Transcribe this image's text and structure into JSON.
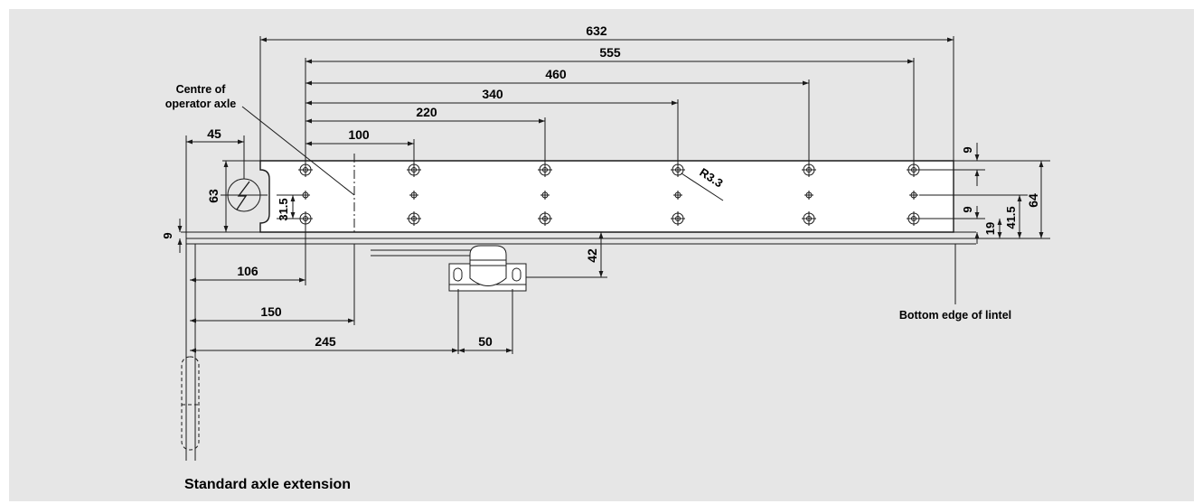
{
  "colors": {
    "background": "#e6e6e6",
    "line": "#1a1a1a",
    "plate": "#ffffff"
  },
  "labels": {
    "centre_line1": "Centre of",
    "centre_line2": "operator axle",
    "bottom_edge": "Bottom edge of lintel",
    "axle_extension": "Standard axle extension",
    "radius": "R3.3"
  },
  "dimensions": {
    "top_632": "632",
    "top_555": "555",
    "top_460": "460",
    "top_340": "340",
    "top_220": "220",
    "top_100": "100",
    "top_45": "45",
    "left_63": "63",
    "left_31_5": "31.5",
    "left_9": "9",
    "bottom_106": "106",
    "bottom_150": "150",
    "bottom_245": "245",
    "bottom_50": "50",
    "gap_42": "42",
    "right_9_top": "9",
    "right_9_bottom": "9",
    "right_19": "19",
    "right_41_5": "41.5",
    "right_64": "64"
  }
}
